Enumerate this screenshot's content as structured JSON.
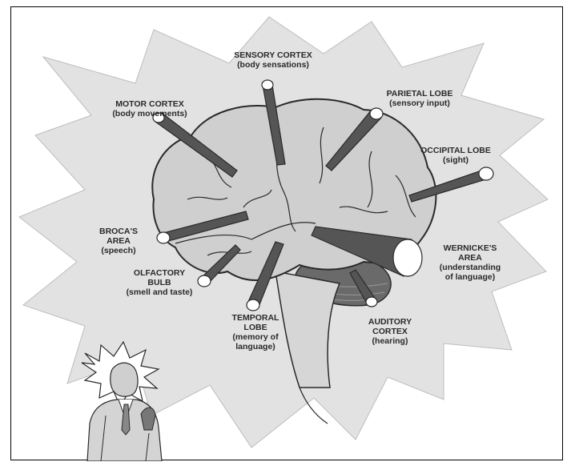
{
  "labels": {
    "sensory_cortex": {
      "title": "SENSORY CORTEX",
      "desc": "(body sensations)"
    },
    "motor_cortex": {
      "title": "MOTOR CORTEX",
      "desc": "(body movements)"
    },
    "parietal_lobe": {
      "title": "PARIETAL LOBE",
      "desc": "(sensory input)"
    },
    "occipital_lobe": {
      "title": "OCCIPITAL LOBE",
      "desc": "(sight)"
    },
    "brocas_area": {
      "title_1": "BROCA'S",
      "title_2": "AREA",
      "desc": "(speech)"
    },
    "wernickes_area": {
      "title_1": "WERNICKE'S",
      "title_2": "AREA",
      "desc_1": "(understanding",
      "desc_2": "of language)"
    },
    "olfactory_bulb": {
      "title_1": "OLFACTORY",
      "title_2": "BULB",
      "desc": "(smell and taste)"
    },
    "temporal_lobe": {
      "title_1": "TEMPORAL",
      "title_2": "LOBE",
      "desc_1": "(memory of",
      "desc_2": "language)"
    },
    "auditory_cortex": {
      "title_1": "AUDITORY",
      "title_2": "CORTEX",
      "desc": "(hearing)"
    }
  },
  "colors": {
    "burst_fill": "#e2e2e2",
    "brain_fill": "#cfcfcf",
    "probe_fill": "#555555",
    "line": "#2a2a2a"
  }
}
